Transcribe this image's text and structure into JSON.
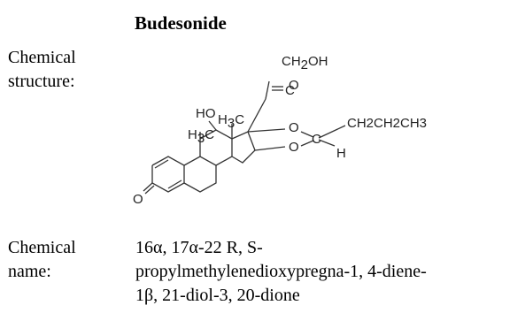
{
  "title": "Budesonide",
  "structure_section": {
    "label_lines": [
      "Chemical",
      "structure:"
    ]
  },
  "name_section": {
    "label_lines": [
      "Chemical",
      "name:"
    ],
    "value_lines": [
      "16α, 17α-22 R, S-",
      "propylmethylenedioxypregna-1, 4-diene-",
      "1β, 21-diol-3, 20-dione"
    ]
  },
  "structure_labels": {
    "ch2oh_main": "CH",
    "ch2oh_sub": "2",
    "ch2oh_tail": "OH",
    "carbonyl_c": "C",
    "carbonyl_o": "O",
    "ho": "HO",
    "h3c_top_main": "H",
    "h3c_top_sub": "3",
    "h3c_top_tail": "C",
    "h3c_mid_main": "H",
    "h3c_mid_sub": "3",
    "h3c_mid_tail": "C",
    "ring_o_upper": "O",
    "ring_o_lower": "O",
    "acetal_c": "C",
    "acetal_h": "H",
    "propyl": "CH2CH2CH3",
    "ketone_o": "O"
  }
}
